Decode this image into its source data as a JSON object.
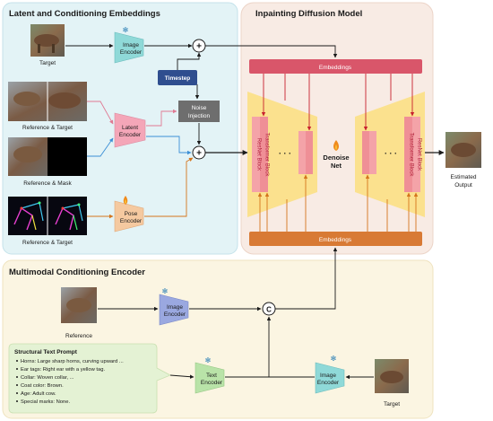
{
  "panels": {
    "latent": "Latent and Conditioning Embeddings",
    "inpaint": "Inpainting Diffusion Model",
    "multimodal": "Multimodal Conditioning Encoder"
  },
  "latent_panel": {
    "target_caption": "Target",
    "ref_target_caption": "Reference & Target",
    "ref_mask_caption": "Reference & Mask",
    "pose_caption": "Reference & Target",
    "image_encoder": [
      "Image",
      "Encoder"
    ],
    "latent_encoder": [
      "Latent",
      "Encoder"
    ],
    "pose_encoder": [
      "Pose",
      "Encoder"
    ],
    "timestep": "Timestep",
    "noise_injection": [
      "Noise",
      "Injection"
    ]
  },
  "inpaint_panel": {
    "embeddings_top": "Embeddings",
    "embeddings_bottom": "Embeddings",
    "denoise_net": [
      "Denoise",
      "Net"
    ],
    "resnet_block": "ResNet Block",
    "transformer_block": "Transformer Block",
    "dots": "· · ·",
    "estimated_output": [
      "Estimated",
      "Output"
    ]
  },
  "multimodal_panel": {
    "reference_caption": "Reference",
    "image_encoder_ref": [
      "Image",
      "Encoder"
    ],
    "image_encoder_target": [
      "Image",
      "Encoder"
    ],
    "text_encoder": [
      "Text",
      "Encoder"
    ],
    "concat_symbol": "C",
    "target_caption": "Target",
    "prompt_title": "Structural Text Prompt",
    "prompt_items": [
      "Horns: Large sharp horns, curving upward ...",
      "Ear tags: Right ear with a yellow tag.",
      "Collar: Woven collar,  ...",
      "Coat color: Brown.",
      "Age: Adult cow.",
      "Special marks: None."
    ]
  },
  "colors": {
    "latent_bg": "#e3f3f6",
    "inpaint_bg": "#f8ebe4",
    "multimodal_bg": "#fbf5e2",
    "image_encoder": "#8fd9d8",
    "latent_encoder": "#f4a6b8",
    "pose_encoder": "#f5c9a0",
    "text_encoder": "#b9e3a8",
    "ref_image_encoder": "#9aa8e0",
    "timestep": "#2f4e8f",
    "noise": "#6e6e6e",
    "embeddings_top": "#d9566a",
    "embeddings_bottom": "#d87a35",
    "unet": "#fbe18e",
    "block": "#f4a3a8"
  }
}
